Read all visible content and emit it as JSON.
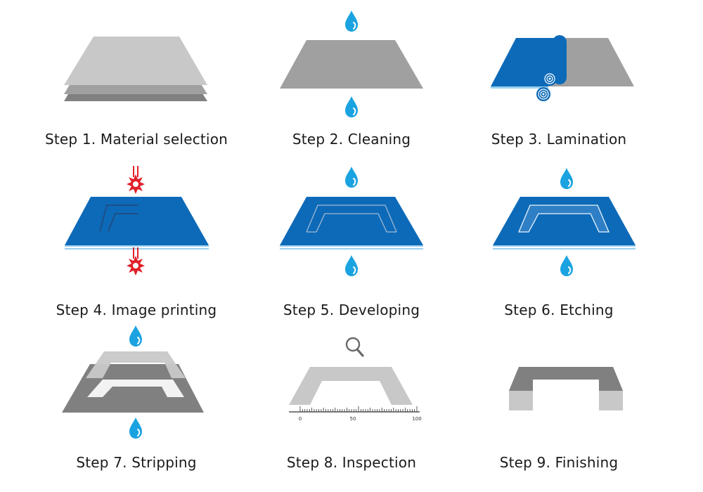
{
  "steps": [
    {
      "label": "Step 1. Material selection"
    },
    {
      "label": "Step 2. Cleaning"
    },
    {
      "label": "Step 3. Lamination"
    },
    {
      "label": "Step 4. Image printing"
    },
    {
      "label": "Step 5. Developing"
    },
    {
      "label": "Step 6. Etching"
    },
    {
      "label": "Step 7. Stripping"
    },
    {
      "label": "Step 8. Inspection"
    },
    {
      "label": "Step 9. Finishing"
    }
  ],
  "ruler": {
    "ticks": [
      "0",
      "50",
      "100"
    ]
  },
  "colors": {
    "water": "#1aa3e0",
    "photoresist": "#0d6ab8",
    "metal_light": "#c8c8c8",
    "metal_mid": "#a0a0a0",
    "metal_dark": "#808080",
    "laser": "#e0202a"
  },
  "icons": [
    "water-drop-icon",
    "laser-icon",
    "magnifier-icon",
    "roller-icon",
    "ruler-icon"
  ]
}
